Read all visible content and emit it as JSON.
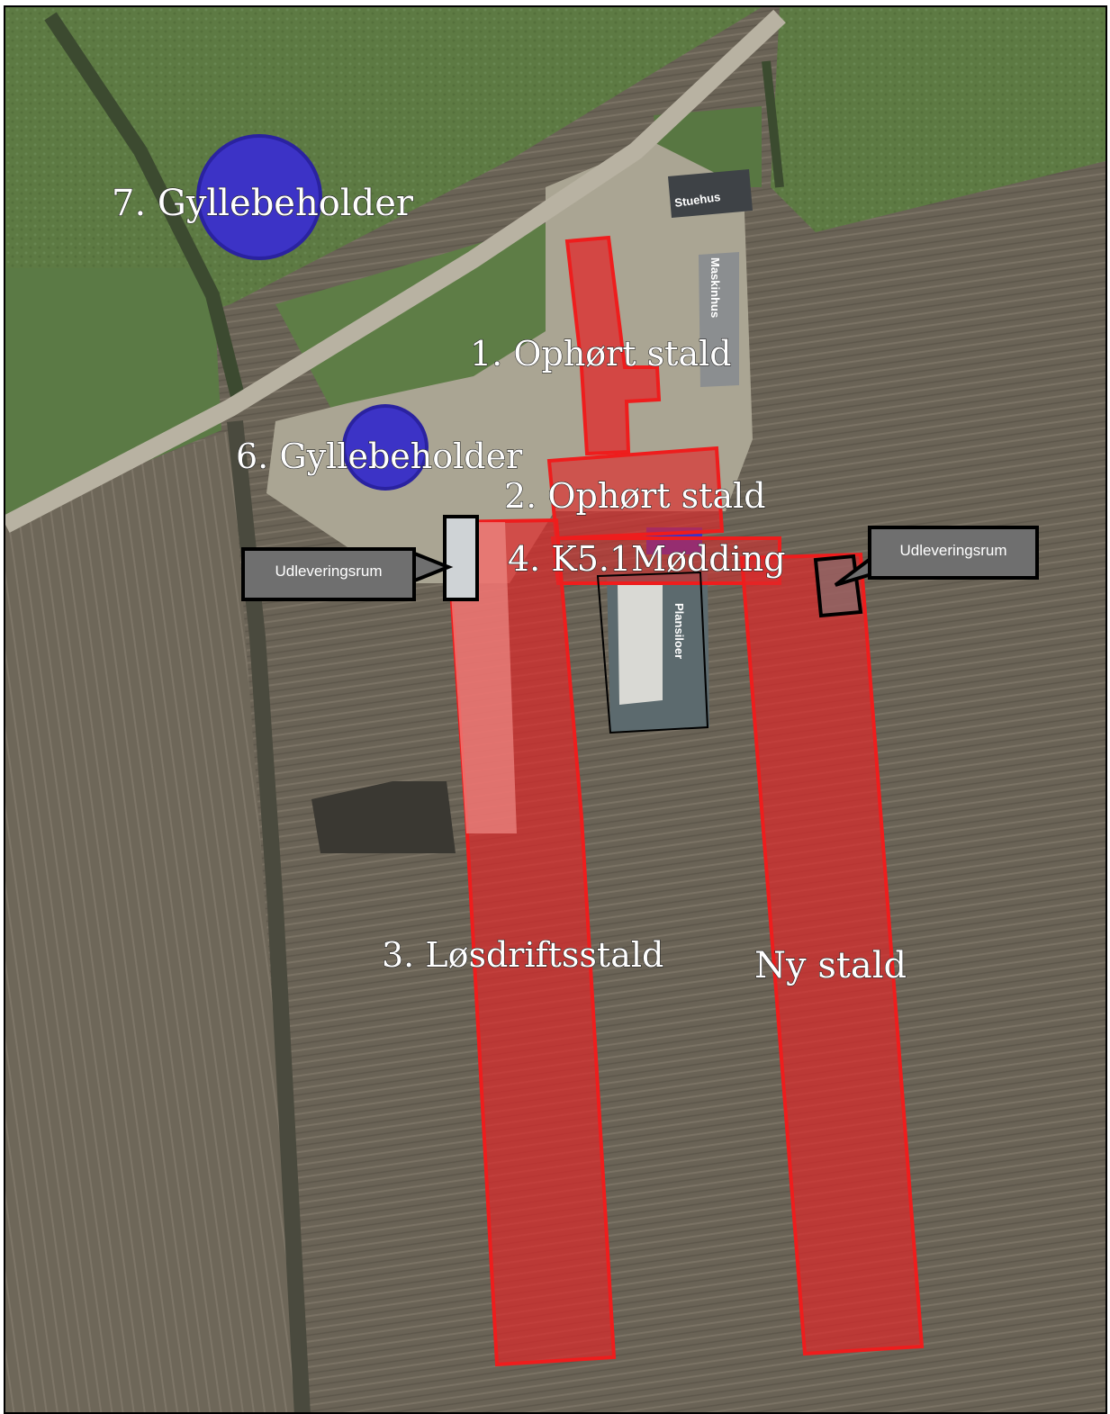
{
  "colors": {
    "field_grass": "#5f7a45",
    "field_dark": "#6c6456",
    "road": "#b9b4a5",
    "building_red": "#e0282a",
    "building_fill": "#ef4b4b",
    "tank_blue": "#3b34c8",
    "callout_gray": "#6f6f6f"
  },
  "labels": {
    "tank7": "7. Gyllebeholder",
    "tank6": "6. Gyllebeholder",
    "barn1": "1. Ophørt stald",
    "barn2": "2. Ophørt stald",
    "barn3": "3. Løsdriftsstald",
    "manure": "4. K5.1Mødding",
    "new_barn": "Ny stald",
    "farmhouse": "Stuehus",
    "machine_house": "Maskinhus",
    "silos": "Plansiloer"
  },
  "callouts": [
    {
      "text": "Udleveringsrum"
    },
    {
      "text": "Udleveringsrum"
    }
  ]
}
